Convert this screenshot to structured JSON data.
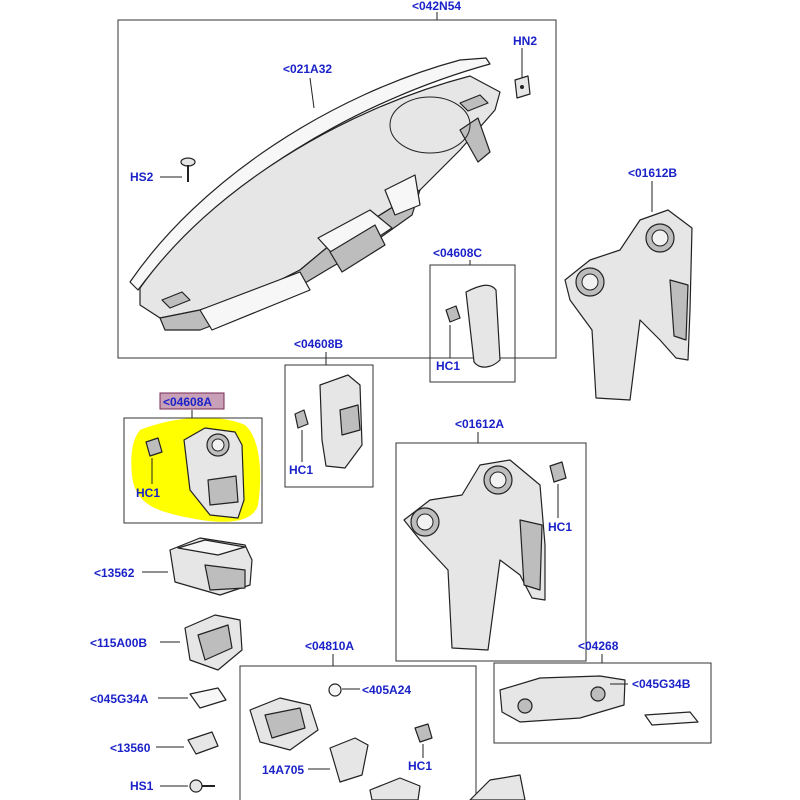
{
  "labels": {
    "l042N54": "<042N54",
    "lHN2": "HN2",
    "l021A32": "<021A32",
    "lHS2": "HS2",
    "l01612B": "<01612B",
    "l04608C": "<04608C",
    "lHC1_c": "HC1",
    "l04608B": "<04608B",
    "lHC1_b": "HC1",
    "l04608A": "<04608A",
    "lHC1_a": "HC1",
    "l01612A": "<01612A",
    "lHC1_r": "HC1",
    "l13562": "<13562",
    "l115A00B": "<115A00B",
    "l04810A": "<04810A",
    "l405A24": "<405A24",
    "l04268": "<04268",
    "l045G34A": "<045G34A",
    "l045G34B": "<045G34B",
    "l13560": "<13560",
    "l14A705": "14A705",
    "lHC1_m": "HC1",
    "lHS1": "HS1"
  },
  "colors": {
    "label": "#1a22c8",
    "highlight": "#ffff00",
    "selected_label_bg": "#c8a0b8"
  }
}
